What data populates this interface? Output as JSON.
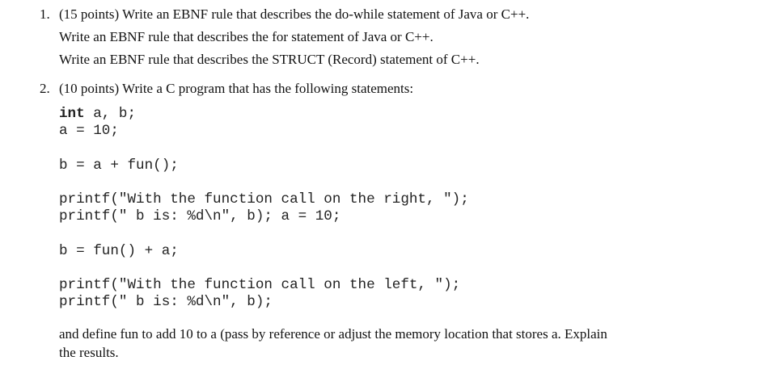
{
  "q1": {
    "number": "1.",
    "lines": [
      "(15 points) Write an EBNF rule that describes the do-while statement of Java or C++.",
      "Write an EBNF rule that describes the for statement of Java or C++.",
      "Write an EBNF rule that describes the STRUCT (Record) statement of C++."
    ]
  },
  "q2": {
    "number": "2.",
    "intro": "(10 points) Write a C program that has the following statements:",
    "code": {
      "keyword": "int",
      "lines": [
        " a, b;",
        "a = 10;",
        "",
        "b = a + fun();",
        "",
        "printf(\"With the function call on the right, \");",
        "printf(\" b is: %d\\n\", b); a = 10;",
        "",
        "b = fun() + a;",
        "",
        "printf(\"With the function call on the left, \");",
        "printf(\" b is: %d\\n\", b);"
      ]
    },
    "closing": [
      "and define fun to add 10 to a (pass by reference or adjust the memory location that stores a. Explain",
      "the results."
    ]
  }
}
